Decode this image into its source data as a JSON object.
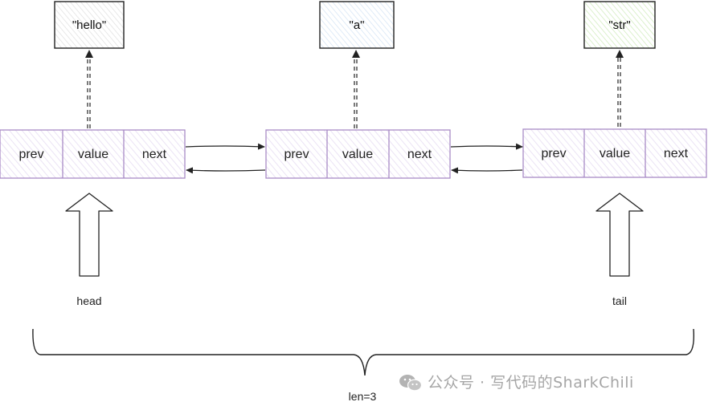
{
  "nodes": [
    {
      "fields": [
        "prev",
        "value",
        "next"
      ],
      "value_text": "\"hello\"",
      "fill": "#ededed"
    },
    {
      "fields": [
        "prev",
        "value",
        "next"
      ],
      "value_text": "\"a\"",
      "fill": "#e6eff8"
    },
    {
      "fields": [
        "prev",
        "value",
        "next"
      ],
      "value_text": "\"str\"",
      "fill": "#e3f4d6"
    }
  ],
  "pointers": {
    "head": "head",
    "tail": "tail"
  },
  "length_label": "len=3",
  "watermark": "公众号 · 写代码的SharkChili",
  "colors": {
    "node_border": "#a98bc7",
    "node_hatch": "#e6dcf2",
    "line": "#222222"
  }
}
